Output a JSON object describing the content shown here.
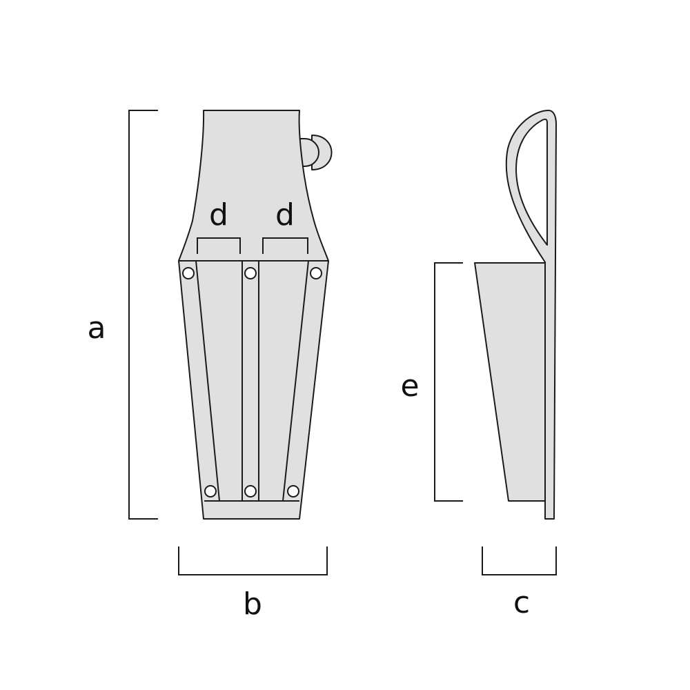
{
  "diagram": {
    "labels": {
      "height": "a",
      "width": "b",
      "depth": "c",
      "pocket_width": "d",
      "pocket_depth": "e"
    },
    "colors": {
      "fill": "#e0e0e0",
      "stroke": "#1a1a1a",
      "background": "#ffffff"
    }
  }
}
